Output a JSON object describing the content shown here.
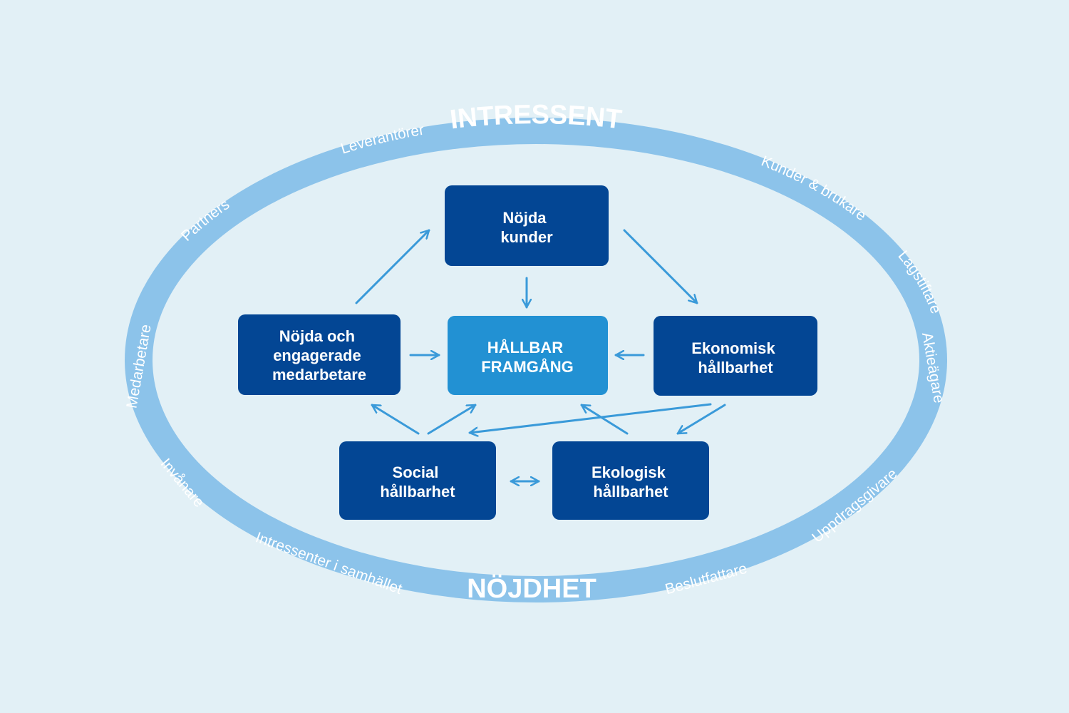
{
  "colors": {
    "background": "#e2f0f6",
    "ring": "#8cc3ea",
    "box_dark": "#034694",
    "box_center": "#2291d3",
    "arrow": "#3a9ad9",
    "text": "#ffffff"
  },
  "ring": {
    "title_top": "INTRESSENT",
    "title_bottom": "NÖJDHET",
    "labels": {
      "leverantorer": "Leverantörer",
      "partners": "Partners",
      "medarbetare": "Medarbetare",
      "invanare": "Invånare",
      "intressenter": "Intressenter i samhället",
      "beslutfattare": "Beslutfattare",
      "uppdragsgivare": "Uppdragsgivare",
      "aktieagare": "Aktieägare",
      "lagstiftare": "Lagstiftare",
      "kunder_brukare": "Kunder & brukare"
    }
  },
  "boxes": {
    "nojda_kunder": [
      "Nöjda",
      "kunder"
    ],
    "hallbar_framgang": [
      "HÅLLBAR",
      "FRAMGÅNG"
    ],
    "medarbetare": [
      "Nöjda och",
      "engagerade",
      "medarbetare"
    ],
    "ekonomisk": [
      "Ekonomisk",
      "hållbarhet"
    ],
    "social": [
      "Social",
      "hållbarhet"
    ],
    "ekologisk": [
      "Ekologisk",
      "hållbarhet"
    ]
  }
}
